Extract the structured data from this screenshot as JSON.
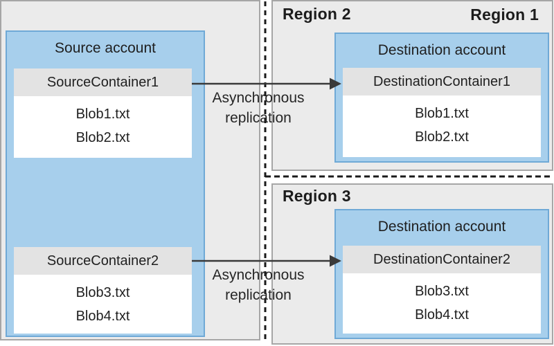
{
  "regions": [
    {
      "label": "Region 1",
      "account": {
        "title": "Source account",
        "containers": [
          {
            "name": "SourceContainer1",
            "blobs": [
              "Blob1.txt",
              "Blob2.txt"
            ]
          },
          {
            "name": "SourceContainer2",
            "blobs": [
              "Blob3.txt",
              "Blob4.txt"
            ]
          }
        ]
      }
    },
    {
      "label": "Region 2",
      "account": {
        "title": "Destination account",
        "containers": [
          {
            "name": "DestinationContainer1",
            "blobs": [
              "Blob1.txt",
              "Blob2.txt"
            ]
          }
        ]
      }
    },
    {
      "label": "Region 3",
      "account": {
        "title": "Destination account",
        "containers": [
          {
            "name": "DestinationContainer2",
            "blobs": [
              "Blob3.txt",
              "Blob4.txt"
            ]
          }
        ]
      }
    }
  ],
  "arrows": [
    {
      "label_line1": "Asynchronous",
      "label_line2": "replication"
    },
    {
      "label_line1": "Asynchronous",
      "label_line2": "replication"
    }
  ],
  "colors": {
    "region_fill": "#ebebeb",
    "region_border": "#a6a6a6",
    "account_fill": "#a7cfec",
    "account_border": "#6fa9d6",
    "container_header_fill": "#e3e3e3",
    "container_body_fill": "#ffffff",
    "dashed_line": "#1a1a1a",
    "arrow": "#3a3a3a",
    "text": "#262626"
  }
}
